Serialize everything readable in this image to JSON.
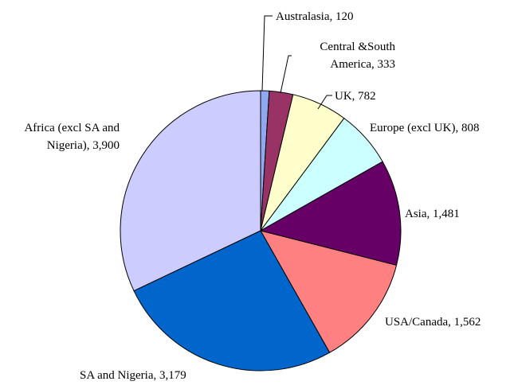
{
  "chart_data": {
    "type": "pie",
    "title": "",
    "legend": "none",
    "slices": [
      {
        "label": [
          "Australasia, 120"
        ],
        "value": 120,
        "color": "#8FA8F0"
      },
      {
        "label": [
          "Central &South",
          "America, 333"
        ],
        "value": 333,
        "color": "#993366"
      },
      {
        "label": [
          "UK, 782"
        ],
        "value": 782,
        "color": "#FFFFCC"
      },
      {
        "label": [
          "Europe (excl UK), 808"
        ],
        "value": 808,
        "color": "#CCFFFF"
      },
      {
        "label": [
          "Asia, 1,481"
        ],
        "value": 1481,
        "color": "#660066"
      },
      {
        "label": [
          "USA/Canada, 1,562"
        ],
        "value": 1562,
        "color": "#FF8080"
      },
      {
        "label": [
          "SA and Nigeria, 3,179"
        ],
        "value": 3179,
        "color": "#0066CC"
      },
      {
        "label": [
          "Africa (excl SA and",
          "Nigeria), 3,900"
        ],
        "value": 3900,
        "color": "#CCCCFF"
      }
    ]
  }
}
